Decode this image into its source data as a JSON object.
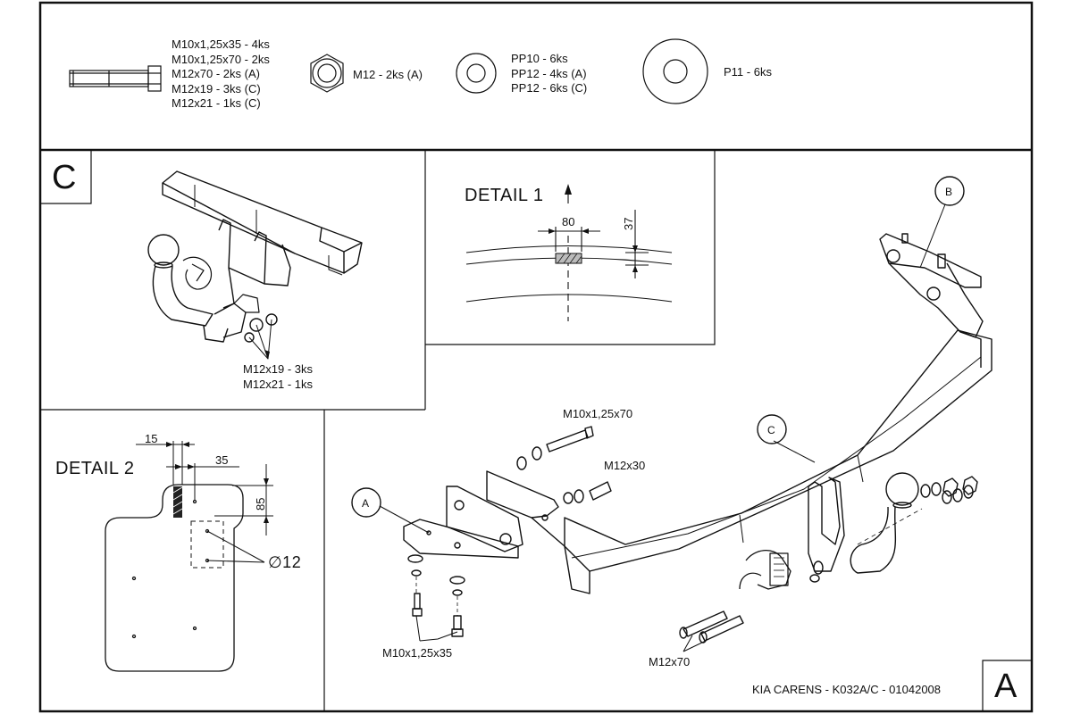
{
  "parts_list": {
    "bolts": [
      "M10x1,25x35 - 4ks",
      "M10x1,25x70 - 2ks",
      "M12x70 - 2ks (A)",
      "M12x19 - 3ks (C)",
      "M12x21 - 1ks (C)"
    ],
    "nut": "M12 - 2ks (A)",
    "washers_small": [
      "PP10 - 6ks",
      "PP12 - 4ks (A)",
      "PP12 - 6ks (C)"
    ],
    "washer_large": "P11 - 6ks"
  },
  "view_c": {
    "letter": "C",
    "labels": [
      "M12x19 - 3ks",
      "M12x21 - 1ks"
    ]
  },
  "detail1": {
    "title": "DETAIL 1",
    "dim_width": "80",
    "dim_height": "37"
  },
  "detail2": {
    "title": "DETAIL 2",
    "dim_15": "15",
    "dim_35": "35",
    "dim_85": "85",
    "hole": "∅12"
  },
  "main_view": {
    "callout_a": "A",
    "callout_b": "B",
    "callout_c": "C",
    "bolt_m10x70": "M10x1,25x70",
    "bolt_m12x30": "M12x30",
    "bolt_m10x35": "M10x1,25x35",
    "bolt_m12x70": "M12x70"
  },
  "title_block": {
    "text": "KIA CARENS - K032A/C - 01042008",
    "sheet_letter": "A"
  }
}
